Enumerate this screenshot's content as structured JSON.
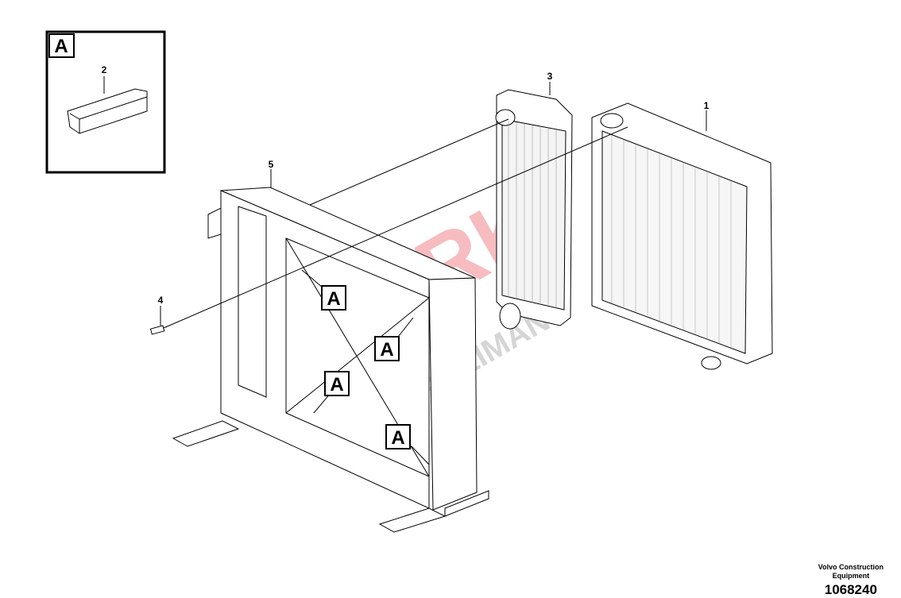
{
  "inset": {
    "callout": "A",
    "part_label": "2"
  },
  "part_labels": {
    "p1": "1",
    "p3": "3",
    "p4": "4",
    "p5": "5"
  },
  "callouts": [
    "A",
    "A",
    "A",
    "A"
  ],
  "watermark": {
    "line1": "TORK",
    "line2": "ŞANZIMAN",
    "color": "#e8414d"
  },
  "credit": {
    "organization": "Volvo Construction Equipment",
    "line1": "Volvo Construction",
    "line2": "Equipment",
    "drawing_number": "1068240"
  }
}
